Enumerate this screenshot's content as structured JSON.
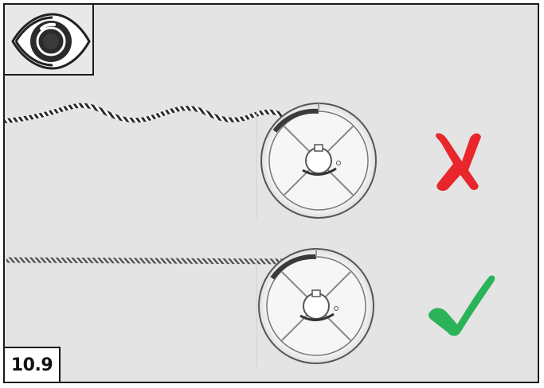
{
  "step": {
    "number": "10.9"
  },
  "icons": {
    "header": "eye-icon",
    "wrong": "red-cross-icon",
    "right": "green-check-icon"
  },
  "rows": [
    {
      "name": "wrong",
      "rope": "loose-twisted-rope",
      "mark": "red-cross-icon"
    },
    {
      "name": "right",
      "rope": "tight-straight-rope",
      "mark": "green-check-icon"
    }
  ],
  "colors": {
    "background": "#e4e4e4",
    "border": "#1a1a1a",
    "wrong": "#e8262b",
    "right": "#2bb35a"
  }
}
